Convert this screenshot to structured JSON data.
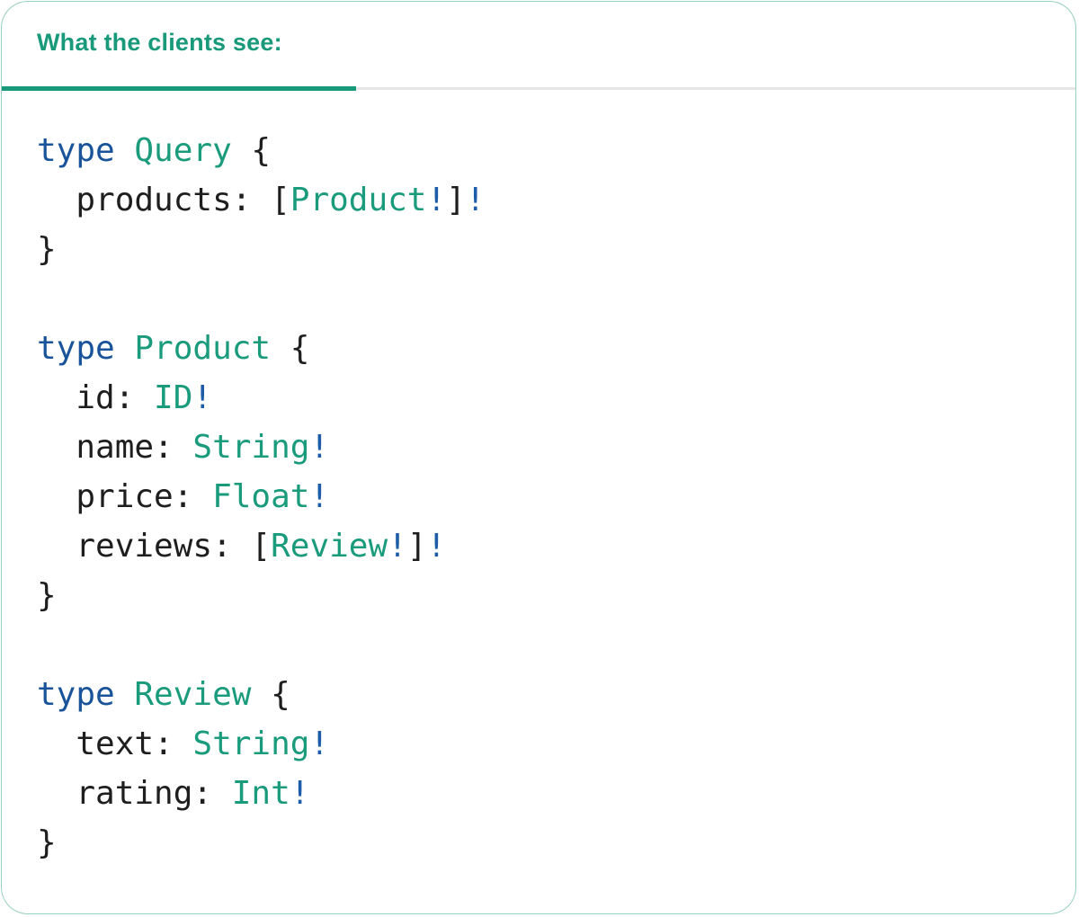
{
  "palette": {
    "teal": "#17997A",
    "type_teal": "#1A9B7C",
    "keyword_blue": "#19549A",
    "bang_blue": "#1D5CA8",
    "plain_text": "#1E1E1E",
    "divider_gray": "#E6E6E6",
    "card_border_green": "rgba(26,150,118,0.45)",
    "card_background": "#FFFFFF"
  },
  "tab": {
    "title": "What the clients see:"
  },
  "code": {
    "language": "graphql",
    "lines": [
      [
        {
          "text": "type ",
          "kind": "kw"
        },
        {
          "text": "Query",
          "kind": "type"
        },
        {
          "text": " {",
          "kind": "plain"
        }
      ],
      [
        {
          "text": "  products: [",
          "kind": "plain"
        },
        {
          "text": "Product",
          "kind": "type"
        },
        {
          "text": "!",
          "kind": "bang"
        },
        {
          "text": "]",
          "kind": "plain"
        },
        {
          "text": "!",
          "kind": "bang"
        }
      ],
      [
        {
          "text": "}",
          "kind": "plain"
        }
      ],
      [],
      [
        {
          "text": "type ",
          "kind": "kw"
        },
        {
          "text": "Product",
          "kind": "type"
        },
        {
          "text": " {",
          "kind": "plain"
        }
      ],
      [
        {
          "text": "  id: ",
          "kind": "plain"
        },
        {
          "text": "ID",
          "kind": "type"
        },
        {
          "text": "!",
          "kind": "bang"
        }
      ],
      [
        {
          "text": "  name: ",
          "kind": "plain"
        },
        {
          "text": "String",
          "kind": "type"
        },
        {
          "text": "!",
          "kind": "bang"
        }
      ],
      [
        {
          "text": "  price: ",
          "kind": "plain"
        },
        {
          "text": "Float",
          "kind": "type"
        },
        {
          "text": "!",
          "kind": "bang"
        }
      ],
      [
        {
          "text": "  reviews: [",
          "kind": "plain"
        },
        {
          "text": "Review",
          "kind": "type"
        },
        {
          "text": "!",
          "kind": "bang"
        },
        {
          "text": "]",
          "kind": "plain"
        },
        {
          "text": "!",
          "kind": "bang"
        }
      ],
      [
        {
          "text": "}",
          "kind": "plain"
        }
      ],
      [],
      [
        {
          "text": "type ",
          "kind": "kw"
        },
        {
          "text": "Review",
          "kind": "type"
        },
        {
          "text": " {",
          "kind": "plain"
        }
      ],
      [
        {
          "text": "  text: ",
          "kind": "plain"
        },
        {
          "text": "String",
          "kind": "type"
        },
        {
          "text": "!",
          "kind": "bang"
        }
      ],
      [
        {
          "text": "  rating: ",
          "kind": "plain"
        },
        {
          "text": "Int",
          "kind": "type"
        },
        {
          "text": "!",
          "kind": "bang"
        }
      ],
      [
        {
          "text": "}",
          "kind": "plain"
        }
      ]
    ]
  }
}
